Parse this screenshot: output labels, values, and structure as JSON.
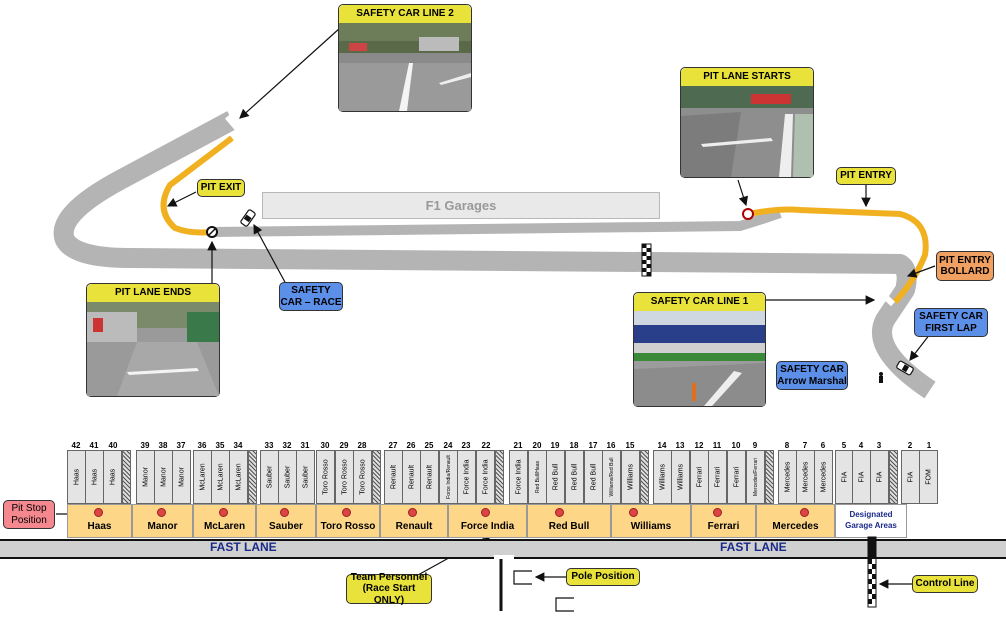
{
  "diagram": {
    "garages_label": "F1 Garages",
    "fast_lane_label": "FAST LANE",
    "designated_garage_areas": "Designated Garage Areas"
  },
  "callouts": {
    "safety_car_line_2": "SAFETY CAR LINE 2",
    "pit_lane_starts": "PIT LANE STARTS",
    "pit_exit": "PIT EXIT",
    "pit_entry": "PIT ENTRY",
    "pit_entry_bollard": "PIT ENTRY BOLLARD",
    "pit_lane_ends": "PIT LANE ENDS",
    "safety_car_race": "SAFETY CAR – RACE",
    "safety_car_line_1": "SAFETY CAR LINE 1",
    "safety_car_first_lap": "SAFETY CAR FIRST LAP",
    "safety_car_arrow_marshal": "SAFETY CAR Arrow Marshal",
    "pit_stop_position": "Pit Stop Position",
    "team_personnel": "Team Personnel (Race Start ONLY)",
    "pole_position": "Pole Position",
    "control_line": "Control Line"
  },
  "garages": [
    {
      "num": "42",
      "label": "Haas"
    },
    {
      "num": "41",
      "label": "Haas"
    },
    {
      "num": "40",
      "label": "Haas"
    },
    {
      "num": "39",
      "label": "Manor"
    },
    {
      "num": "38",
      "label": "Manor"
    },
    {
      "num": "37",
      "label": "Manor"
    },
    {
      "num": "36",
      "label": "McLaren"
    },
    {
      "num": "35",
      "label": "McLaren"
    },
    {
      "num": "34",
      "label": "McLaren"
    },
    {
      "num": "33",
      "label": "Sauber"
    },
    {
      "num": "32",
      "label": "Sauber"
    },
    {
      "num": "31",
      "label": "Sauber"
    },
    {
      "num": "30",
      "label": "Toro Rosso"
    },
    {
      "num": "29",
      "label": "Toro Rosso"
    },
    {
      "num": "28",
      "label": "Toro Rosso"
    },
    {
      "num": "27",
      "label": "Renault"
    },
    {
      "num": "26",
      "label": "Renault"
    },
    {
      "num": "25",
      "label": "Renault"
    },
    {
      "num": "24",
      "label": "Force India/Renault"
    },
    {
      "num": "23",
      "label": "Force India"
    },
    {
      "num": "22",
      "label": "Force India"
    },
    {
      "num": "21",
      "label": "Force India"
    },
    {
      "num": "20",
      "label": "Red Bull/Haas"
    },
    {
      "num": "19",
      "label": "Red Bull"
    },
    {
      "num": "18",
      "label": "Red Bull"
    },
    {
      "num": "17",
      "label": "Red Bull"
    },
    {
      "num": "16",
      "label": "Williams/Red Bull"
    },
    {
      "num": "15",
      "label": "Williams"
    },
    {
      "num": "14",
      "label": "Williams"
    },
    {
      "num": "13",
      "label": "Williams"
    },
    {
      "num": "12",
      "label": "Ferrari"
    },
    {
      "num": "11",
      "label": "Ferrari"
    },
    {
      "num": "10",
      "label": "Ferrari"
    },
    {
      "num": "9",
      "label": "Mercedes/Ferrari"
    },
    {
      "num": "8",
      "label": "Mercedes"
    },
    {
      "num": "7",
      "label": "Mercedes"
    },
    {
      "num": "6",
      "label": "Mercedes"
    },
    {
      "num": "5",
      "label": "FIA"
    },
    {
      "num": "4",
      "label": "FIA"
    },
    {
      "num": "3",
      "label": "FIA"
    },
    {
      "num": "2",
      "label": "FIA"
    },
    {
      "num": "1",
      "label": "FOM"
    }
  ],
  "teams": [
    "Haas",
    "Manor",
    "McLaren",
    "Sauber",
    "Toro Rosso",
    "Renault",
    "Force India",
    "Red Bull",
    "Williams",
    "Ferrari",
    "Mercedes"
  ],
  "colors": {
    "callout_yellow": "#e8e23a",
    "callout_blue": "#5b8fe8",
    "callout_orange": "#f0a060",
    "callout_pink": "#f4888e",
    "pit_lane_orange": "#f0b020",
    "track_grey": "#b4b4b4",
    "team_band": "#fdd688",
    "fast_lane_text": "#1a2a8a"
  }
}
